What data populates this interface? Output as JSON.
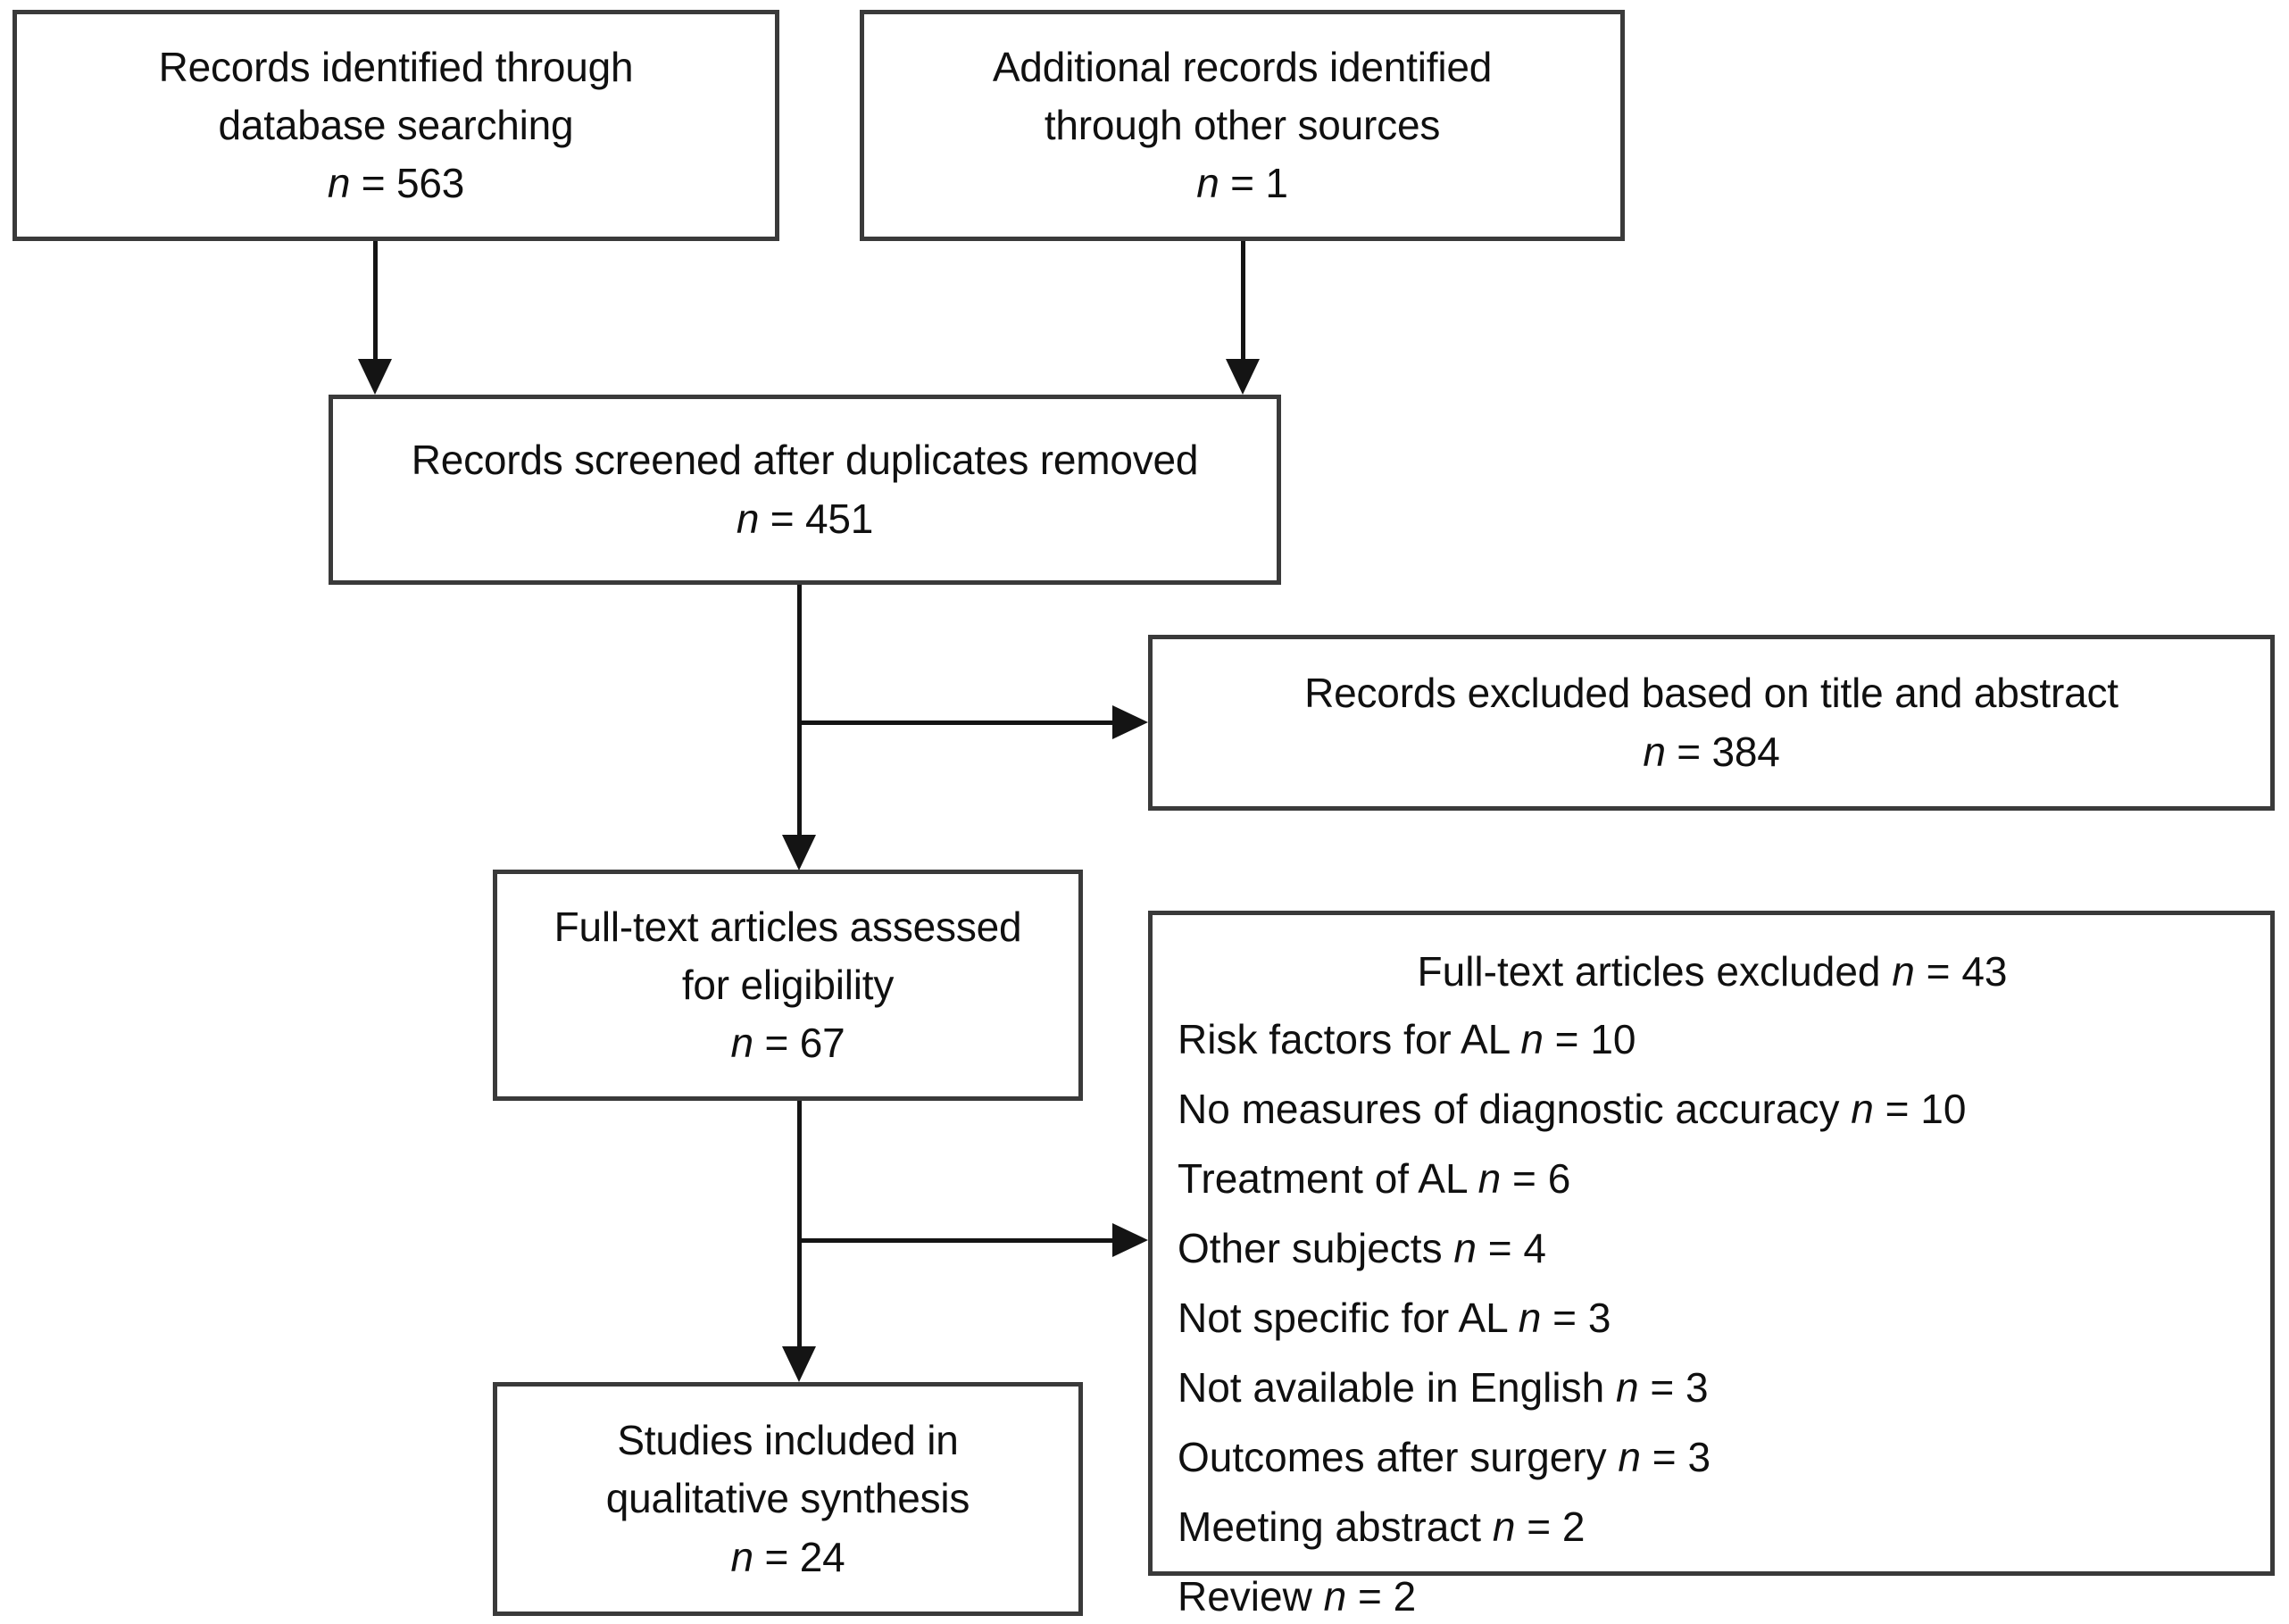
{
  "diagram": {
    "type": "prisma-flow-diagram",
    "title": "PRISMA study selection flow diagram",
    "colors": {
      "box_border": "#3a3a3a",
      "connector": "#141414",
      "background": "#ffffff",
      "text": "#101010"
    },
    "boxes": [
      {
        "id": "records-identified-database",
        "lines": [
          "Records identified through",
          "database searching"
        ],
        "count_label": "n",
        "count_value": "563"
      },
      {
        "id": "records-identified-other",
        "lines": [
          "Additional records identified",
          "through other sources"
        ],
        "count_label": "n",
        "count_value": "1"
      },
      {
        "id": "records-screened",
        "lines": [
          "Records screened after duplicates removed"
        ],
        "count_label": "n",
        "count_value": "451"
      },
      {
        "id": "records-excluded",
        "lines": [
          "Records excluded based on title and abstract"
        ],
        "count_label": "n",
        "count_value": "384"
      },
      {
        "id": "fulltext-assessed",
        "lines": [
          "Full-text articles assessed",
          "for eligibility"
        ],
        "count_label": "n",
        "count_value": "67"
      },
      {
        "id": "studies-included",
        "lines": [
          "Studies included in",
          "qualitative synthesis"
        ],
        "count_label": "n",
        "count_value": "24"
      }
    ],
    "exclusion_box": {
      "id": "fulltext-excluded",
      "heading_text": "Full-text articles excluded",
      "heading_label": "n",
      "heading_value": "43",
      "items": [
        {
          "reason": "Risk factors for AL",
          "label": "n",
          "value": "10"
        },
        {
          "reason": "No measures of diagnostic accuracy",
          "label": "n",
          "value": "10"
        },
        {
          "reason": "Treatment of AL",
          "label": "n",
          "value": "6"
        },
        {
          "reason": "Other subjects",
          "label": "n",
          "value": "4"
        },
        {
          "reason": "Not specific for AL",
          "label": "n",
          "value": "3"
        },
        {
          "reason": "Not available in English",
          "label": "n",
          "value": "3"
        },
        {
          "reason": "Outcomes after surgery",
          "label": "n",
          "value": "3"
        },
        {
          "reason": "Meeting abstract",
          "label": "n",
          "value": "2"
        },
        {
          "reason": "Review",
          "label": "n",
          "value": "2"
        }
      ]
    },
    "connectors": [
      {
        "id": "database-to-screened",
        "kind": "arrow-down"
      },
      {
        "id": "other-sources-to-screened",
        "kind": "arrow-down"
      },
      {
        "id": "screened-to-fulltext",
        "kind": "arrow-down"
      },
      {
        "id": "screened-to-excluded",
        "kind": "arrow-right"
      },
      {
        "id": "fulltext-to-included",
        "kind": "arrow-down"
      },
      {
        "id": "fulltext-to-excluded-list",
        "kind": "arrow-right"
      }
    ]
  }
}
